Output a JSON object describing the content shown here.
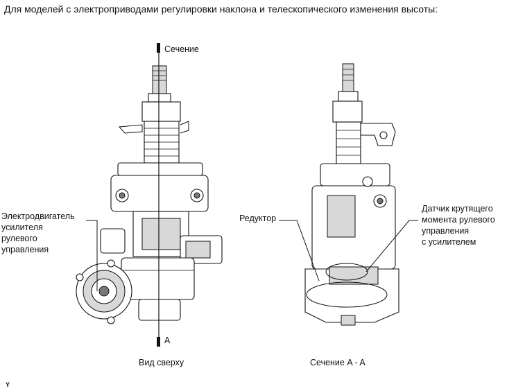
{
  "title": "Для моделей с электроприводами регулировки наклона и телескопического изменения высоты:",
  "labels": {
    "section_top": "Сечение",
    "section_bottom": "A",
    "motor_line1": "Электродвигатель",
    "motor_line2": "усилителя",
    "motor_line3": "рулевого",
    "motor_line4": "управления",
    "reducer": "Редуктор",
    "sensor_line1": "Датчик крутящего",
    "sensor_line2": "момента рулевого",
    "sensor_line3": "управления",
    "sensor_line4": "с усилителем"
  },
  "captions": {
    "top_view": "Вид сверху",
    "section_view": "Сечение A - A"
  },
  "corner_mark": "Y"
}
